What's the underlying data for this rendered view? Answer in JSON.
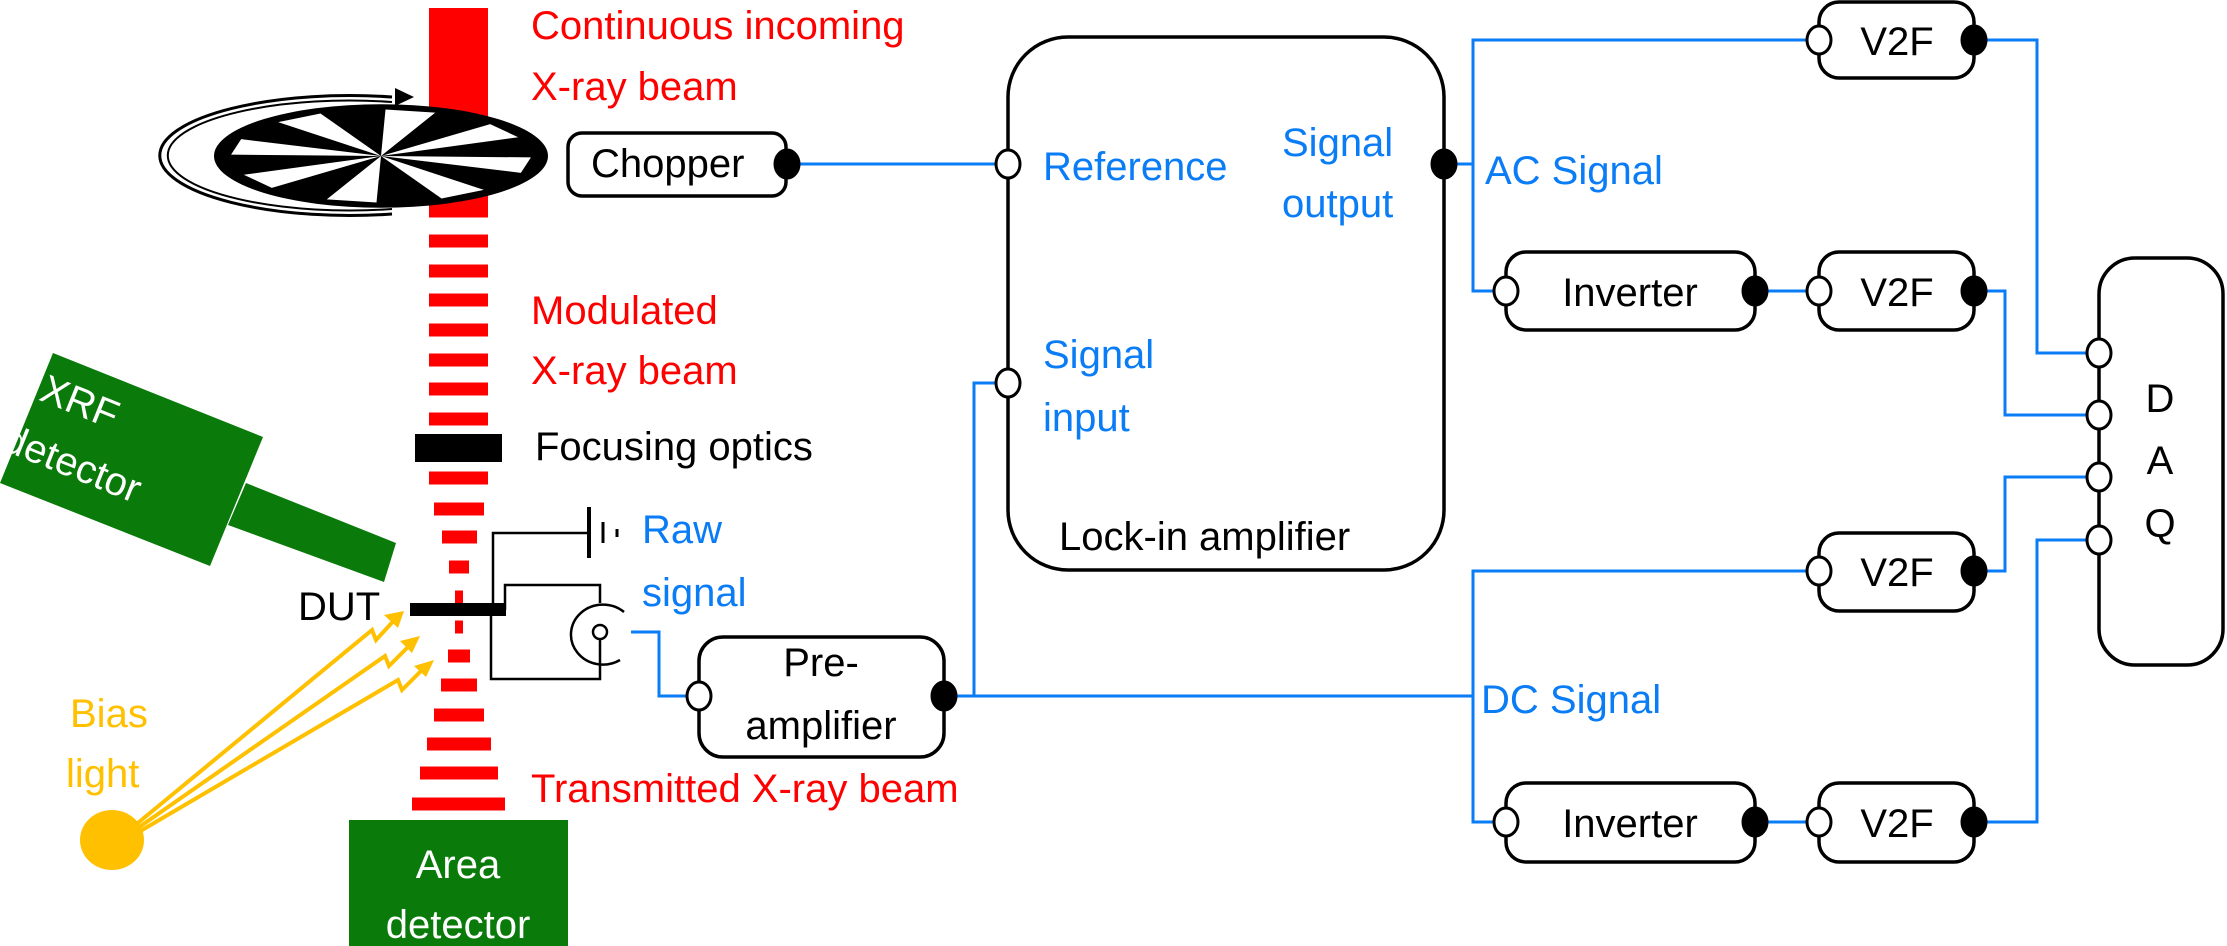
{
  "beam": {
    "incoming_line1": "Continuous incoming",
    "incoming_line2": "X-ray beam",
    "modulated_line1": "Modulated",
    "modulated_line2": "X-ray beam",
    "optics": "Focusing optics",
    "transmitted": "Transmitted X-ray beam"
  },
  "sample": {
    "chopper": "Chopper",
    "xrf_line1": "XRF",
    "xrf_line2": "detector",
    "dut": "DUT",
    "raw_line1": "Raw",
    "raw_line2": "signal",
    "bias_line1": "Bias",
    "bias_line2": "light",
    "area_line1": "Area",
    "area_line2": "detector"
  },
  "electronics": {
    "preamp_line1": "Pre-",
    "preamp_line2": "amplifier",
    "lockin": "Lock-in amplifier",
    "reference": "Reference",
    "signal_input_line1": "Signal",
    "signal_input_line2": "input",
    "signal_output_line1": "Signal",
    "signal_output_line2": "output",
    "ac_signal": "AC Signal",
    "dc_signal": "DC Signal",
    "inverter": "Inverter",
    "v2f": "V2F",
    "daq": [
      "D",
      "A",
      "Q"
    ]
  },
  "colors": {
    "beam": "#ff0000",
    "signal": "#0a7cf5",
    "detector": "#0a7a0a",
    "bias_light": "#ffc000"
  }
}
